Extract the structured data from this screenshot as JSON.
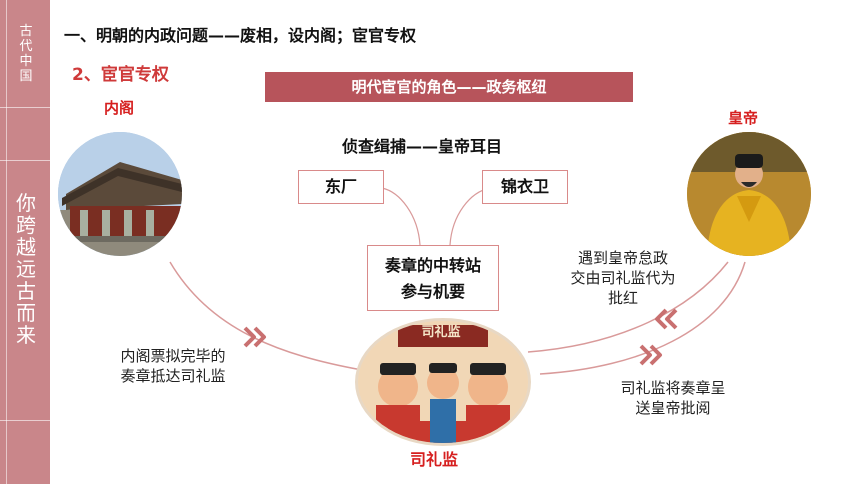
{
  "sidebar": {
    "top_text": "古代中国",
    "side_title": "你跨越远古而来"
  },
  "heading": "一、明朝的内政问题——废相，设内阁；宦官专权",
  "subheading": "2、宦官专权",
  "banner": "明代宦官的角色——政务枢纽",
  "labels": {
    "neige": "内阁",
    "emperor": "皇帝",
    "silijian": "司礼监"
  },
  "intel_title": "侦查缉捕——皇帝耳目",
  "dongchang": "东厂",
  "jinyiwei": "锦衣卫",
  "center_box": {
    "line1": "奏章的中转站",
    "line2": "参与机要"
  },
  "painting_sign": "司礼监",
  "notes": {
    "left": {
      "line1": "内阁票拟完毕的",
      "line2": "奏章抵达司礼监"
    },
    "right_top": {
      "line1": "遇到皇帝怠政",
      "line2": "交由司礼监代为",
      "line3": "批红"
    },
    "right_bottom": {
      "line1": "司礼监将奏章呈",
      "line2": "送皇帝批阅"
    }
  },
  "colors": {
    "sidebar": "#c9868a",
    "banner": "#b7545b",
    "accent_red": "#d61f1f",
    "arrow": "#c97070"
  }
}
